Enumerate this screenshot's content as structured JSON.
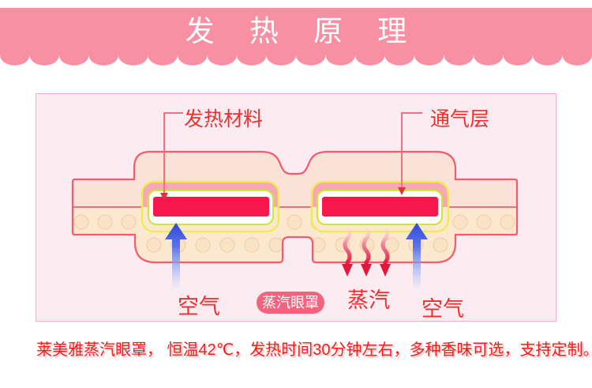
{
  "header": {
    "title": "发 热 原 理"
  },
  "panel": {
    "labels": {
      "heating_material": "发热材料",
      "vent_layer": "通气层",
      "air_left": "空气",
      "steam": "蒸汽",
      "air_right": "空气",
      "badge": "蒸汽眼罩"
    },
    "colors": {
      "banner_pink": "#F98FA3",
      "panel_bg": "#FCECF2",
      "panel_border": "#F6AEC6",
      "mask_outline": "#F25C6E",
      "mask_upper_fill": "#FAE2D8",
      "mask_lower_fill": "#FBE8CF",
      "vent_layer_pink": "#F8A7B5",
      "outer_border_yellow": "#EDEC55",
      "inner_border_green": "#CEE63F",
      "heating_bar_red": "#F8174D",
      "air_arrow_blue": "#3A52DE",
      "steam_arrow_red": "#E5173F",
      "label_text_red": "#EE2F2F",
      "badge_bg": "#F2647E"
    }
  },
  "footer": {
    "text": "莱美雅蒸汽眼罩， 恒温42℃，发热时间30分钟左右，多种香味可选，支持定制。"
  }
}
